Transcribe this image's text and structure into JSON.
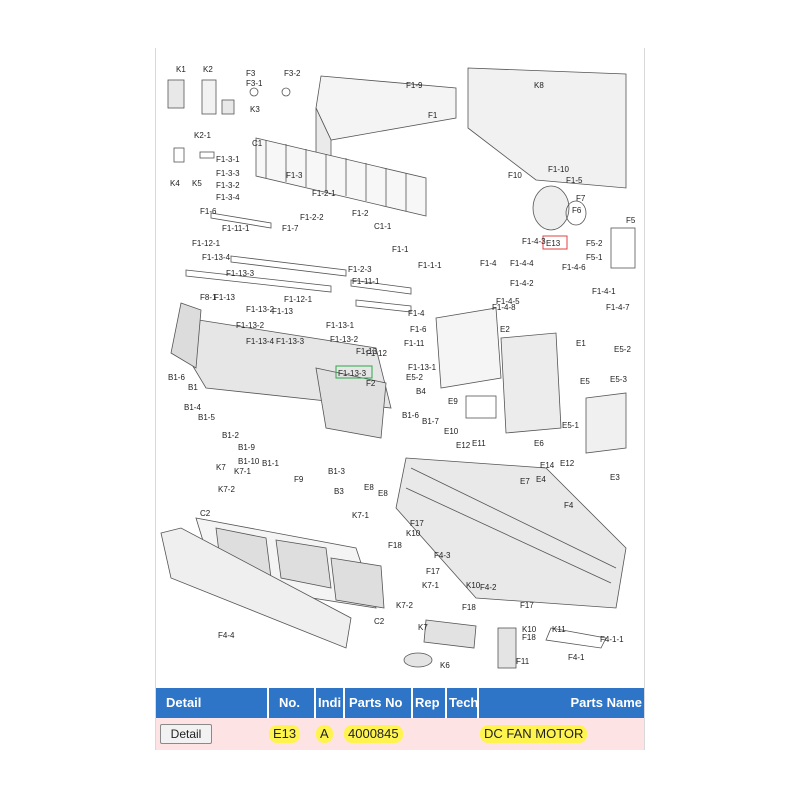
{
  "diagram": {
    "labels": [
      "K1",
      "K2",
      "F3",
      "F3-1",
      "F3-2",
      "K3",
      "K2-1",
      "K4",
      "K5",
      "F1-9",
      "F1",
      "K8",
      "C1",
      "F1-3-1",
      "F1-3",
      "F1-3-3",
      "F1-3-2",
      "F1-3-4",
      "F1-2-1",
      "F1-6",
      "F1-2-2",
      "F1-2",
      "F1-11-1",
      "F1-7",
      "C1-1",
      "F1-10",
      "F10",
      "F1-5",
      "F7",
      "F6",
      "F5",
      "E13",
      "F5-2",
      "F5-1",
      "F1-12-1",
      "F1-13-4",
      "F1-13-3",
      "F1-2-3",
      "F1-1",
      "F1-1-1",
      "F1-4-3",
      "F1-4",
      "F1-4-4",
      "F1-4-6",
      "F1-13-2",
      "F1-13",
      "F8-1",
      "F1-12-1",
      "F1-11-1",
      "F1-4-2",
      "F1-4-5",
      "F1-4-8",
      "F1-4-1",
      "F1-4-7",
      "F1-13-2",
      "F1-13",
      "F1-13-4",
      "F1-13-1",
      "F1-13-3",
      "F1-13-2",
      "F1-4",
      "F1-6",
      "F1-11",
      "E2",
      "E1",
      "E5-2",
      "B1-6",
      "F1-13",
      "F1-12",
      "F1-13-1",
      "F1-13-3",
      "F2",
      "E5-2",
      "B4",
      "E5",
      "E5-3",
      "B1",
      "B1-4",
      "B1-5",
      "E9",
      "B1-6",
      "B1-7",
      "E5-1",
      "B1-2",
      "E10",
      "E12",
      "E11",
      "E6",
      "B1-9",
      "B1-10",
      "E8",
      "E14",
      "E12",
      "E3",
      "E4",
      "E7",
      "B1-1",
      "K7",
      "K7-1",
      "F9",
      "B1-3",
      "K7-2",
      "B3",
      "E8",
      "F4",
      "C2",
      "K7-1",
      "F17",
      "K10",
      "F18",
      "F4-3",
      "F17",
      "K7-1",
      "K10",
      "F4-2",
      "F18",
      "K7-2",
      "K7",
      "F17",
      "C2",
      "F4-4",
      "K10",
      "K11",
      "F18",
      "F4-1-1",
      "K6",
      "F11",
      "F4-1"
    ]
  },
  "table": {
    "headers": {
      "detail": "Detail",
      "no": "No.",
      "indi": "Indi",
      "parts_no": "Parts No",
      "rep": "Rep",
      "tech": "Tech",
      "parts_name": "Parts Name"
    },
    "row": {
      "detail_button": "Detail",
      "no": "E13",
      "indi": "A",
      "parts_no": "4000845",
      "parts_name": "DC FAN MOTOR"
    }
  },
  "colors": {
    "header_bg": "#2e75c7",
    "row_bg": "#fde3e3",
    "highlight": "#fff44f",
    "e13_box": "#e04040",
    "f1_13_3_box": "#2ea84a"
  }
}
